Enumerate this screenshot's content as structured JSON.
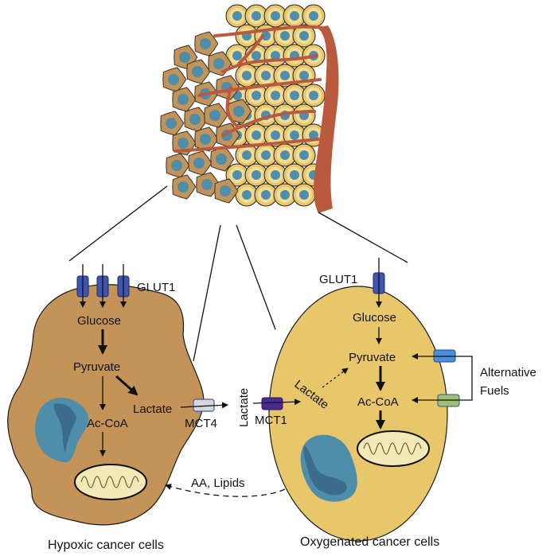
{
  "diagram": {
    "type": "tumor metabolic symbiosis",
    "colors": {
      "hypoxic_cell": "#c39358",
      "oxygenated_cell": "#e8c76b",
      "nucleus": "#4f8eaa",
      "nucleus_dark": "#3b6d8a",
      "blood_vessel": "#b95a3f",
      "glut1": "#3f55b0",
      "mct4": "#d8d8dc",
      "mct1": "#4b2a8f",
      "alt_transporter_1": "#4a8ee0",
      "alt_transporter_2": "#9cc07a",
      "mitochondria": "#f4eab8"
    },
    "hypoxic_cell": {
      "caption": "Hypoxic cancer cells",
      "transporter": "GLUT1",
      "glucose": "Glucose",
      "pyruvate": "Pyruvate",
      "lactate": "Lactate",
      "accoa": "Ac-CoA",
      "exporter": "MCT4"
    },
    "oxygenated_cell": {
      "caption": "Oxygenated cancer cells",
      "transporter": "GLUT1",
      "glucose": "Glucose",
      "pyruvate": "Pyruvate",
      "lactate": "Lactate",
      "accoa": "Ac-CoA",
      "importer": "MCT1"
    },
    "extracellular_lactate": "Lactate",
    "alternative_fuels": [
      "Alternative",
      "Fuels"
    ],
    "back_transfer": "AA, Lipids"
  }
}
